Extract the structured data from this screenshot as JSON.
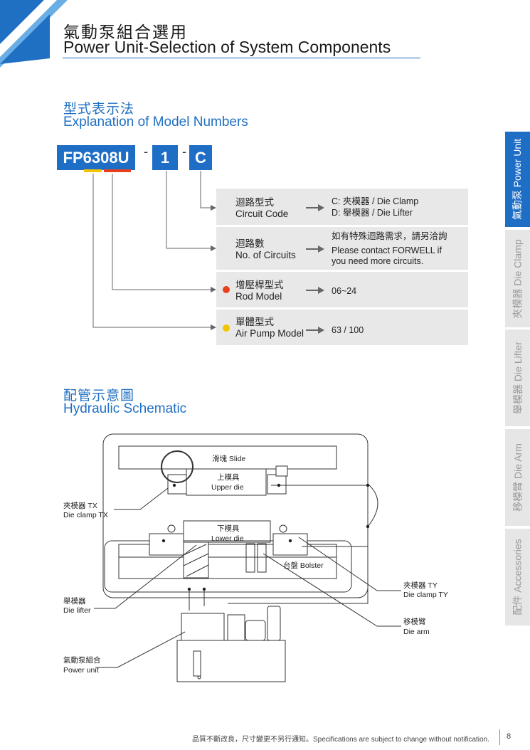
{
  "header": {
    "title_zh": "氣動泵組合選用",
    "title_en": "Power Unit-Selection of System Components"
  },
  "model_section": {
    "title_zh": "型式表示法",
    "title_en": "Explanation of Model Numbers",
    "code_prefix": "FP",
    "code_body": "6308U",
    "code_circuits": "1",
    "code_circuit_code": "C",
    "dash": "-",
    "rows": [
      {
        "label_zh": "迴路型式",
        "label_en": "Circuit Code",
        "desc_1": "C: 夾模器 / Die Clamp",
        "desc_2": "D: 舉模器 / Die Lifter",
        "desc_3": ""
      },
      {
        "label_zh": "迴路數",
        "label_en": "No. of Circuits",
        "desc_1": "如有特殊迴路需求，請另洽詢",
        "desc_2": "Please contact FORWELL if",
        "desc_3": "you need more circuits."
      },
      {
        "label_zh": "增壓桿型式",
        "label_en": "Rod Model",
        "desc_1": "06~24",
        "desc_2": "",
        "desc_3": ""
      },
      {
        "label_zh": "單體型式",
        "label_en": "Air Pump Model",
        "desc_1": "63 / 100",
        "desc_2": "",
        "desc_3": ""
      }
    ],
    "colors": {
      "rod_dot": "#e8401c",
      "pump_dot": "#f5c400",
      "accent": "#1e6ec6"
    }
  },
  "schematic_section": {
    "title_zh": "配管示意圖",
    "title_en": "Hydraulic Schematic",
    "labels": {
      "slide": "滑塊 Slide",
      "upper_die_zh": "上模具",
      "upper_die_en": "Upper die",
      "lower_die_zh": "下模具",
      "lower_die_en": "Lower die",
      "bolster": "台盤 Bolster",
      "clamp_tx_zh": "夾模器 TX",
      "clamp_tx_en": "Die clamp TX",
      "lifter_zh": "舉模器",
      "lifter_en": "Die lifter",
      "power_unit_zh": "氣動泵組合",
      "power_unit_en": "Power unit",
      "clamp_ty_zh": "夾模器 TY",
      "clamp_ty_en": "Die clamp TY",
      "arm_zh": "移模臂",
      "arm_en": "Die arm"
    }
  },
  "side_tabs": [
    {
      "label": "氣動泵 Power Unit",
      "active": true
    },
    {
      "label": "夾模器 Die Clamp",
      "active": false
    },
    {
      "label": "舉模器 Die Lifter",
      "active": false
    },
    {
      "label": "移模臂 Die Arm",
      "active": false
    },
    {
      "label": "配件 Accessories",
      "active": false
    }
  ],
  "footer": {
    "note": "品質不斷改良，尺寸變更不另行通知。Specifications are subject to change without notification.",
    "page_number": "8"
  }
}
